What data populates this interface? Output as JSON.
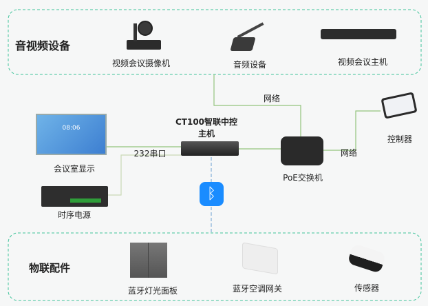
{
  "groups": {
    "av": "音视频设备",
    "iot": "物联配件"
  },
  "devices": {
    "camera": "视频会议摄像机",
    "audio": "音频设备",
    "vc_host": "视频会议主机",
    "controller": "控制器",
    "hub_line1": "CT100智联中控",
    "hub_line2": "主机",
    "display": "会议室显示",
    "switch": "PoE交换机",
    "power": "时序电源",
    "light_panel": "蓝牙灯光面板",
    "ac_gateway": "蓝牙空调网关",
    "sensor": "传感器"
  },
  "links": {
    "net1": "网络",
    "net2": "网络",
    "serial": "232串口"
  },
  "display_time": "08:06",
  "colors": {
    "line": "#93c47d",
    "dash": "#3fc39a",
    "bt": "#1a8cff"
  }
}
